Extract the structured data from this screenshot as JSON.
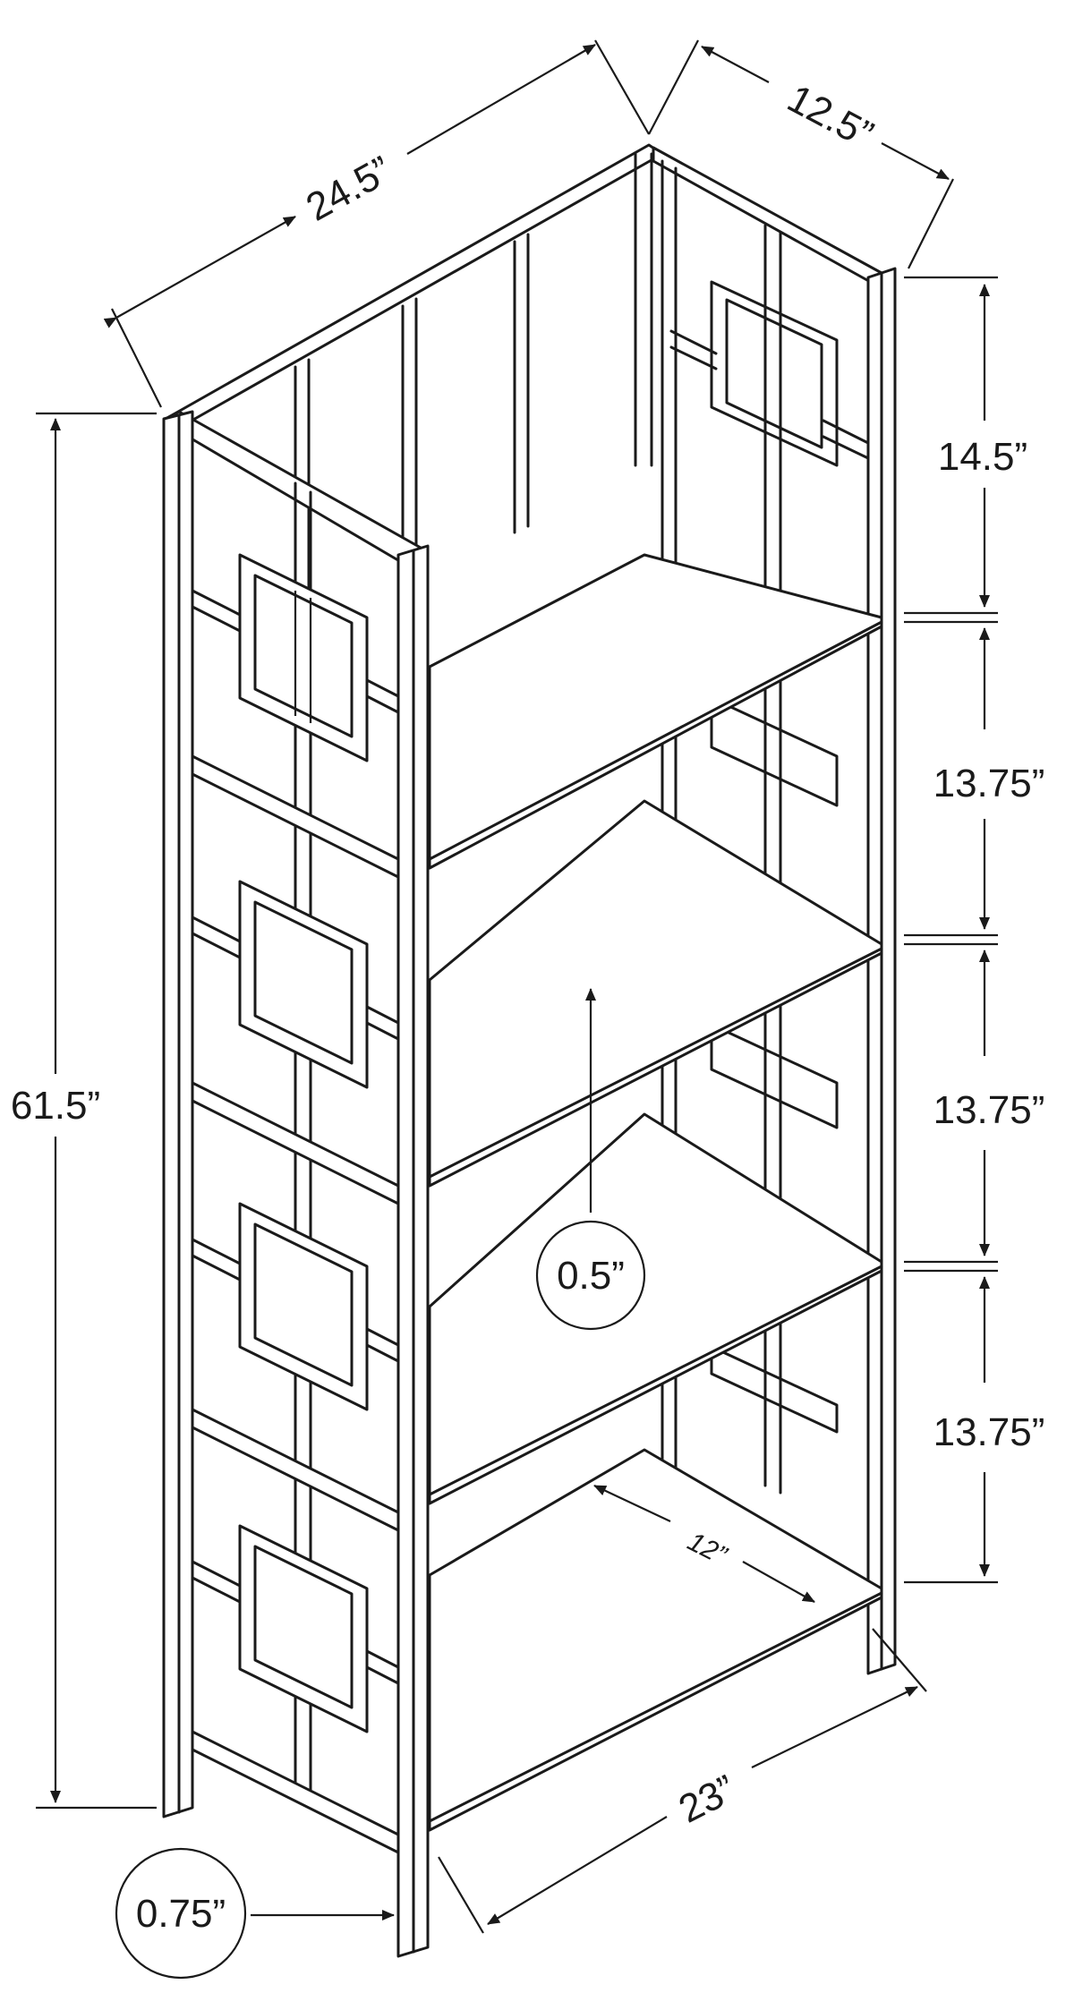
{
  "dimensions": {
    "width": "24.5”",
    "depth": "12.5”",
    "height": "61.5”",
    "top_shelf_gap": "14.5”",
    "shelf_gap_2": "13.75”",
    "shelf_gap_3": "13.75”",
    "shelf_gap_4": "13.75”",
    "shelf_thickness": "0.5”",
    "shelf_depth": "12”",
    "shelf_width": "23”",
    "leg_thickness": "0.75”"
  }
}
